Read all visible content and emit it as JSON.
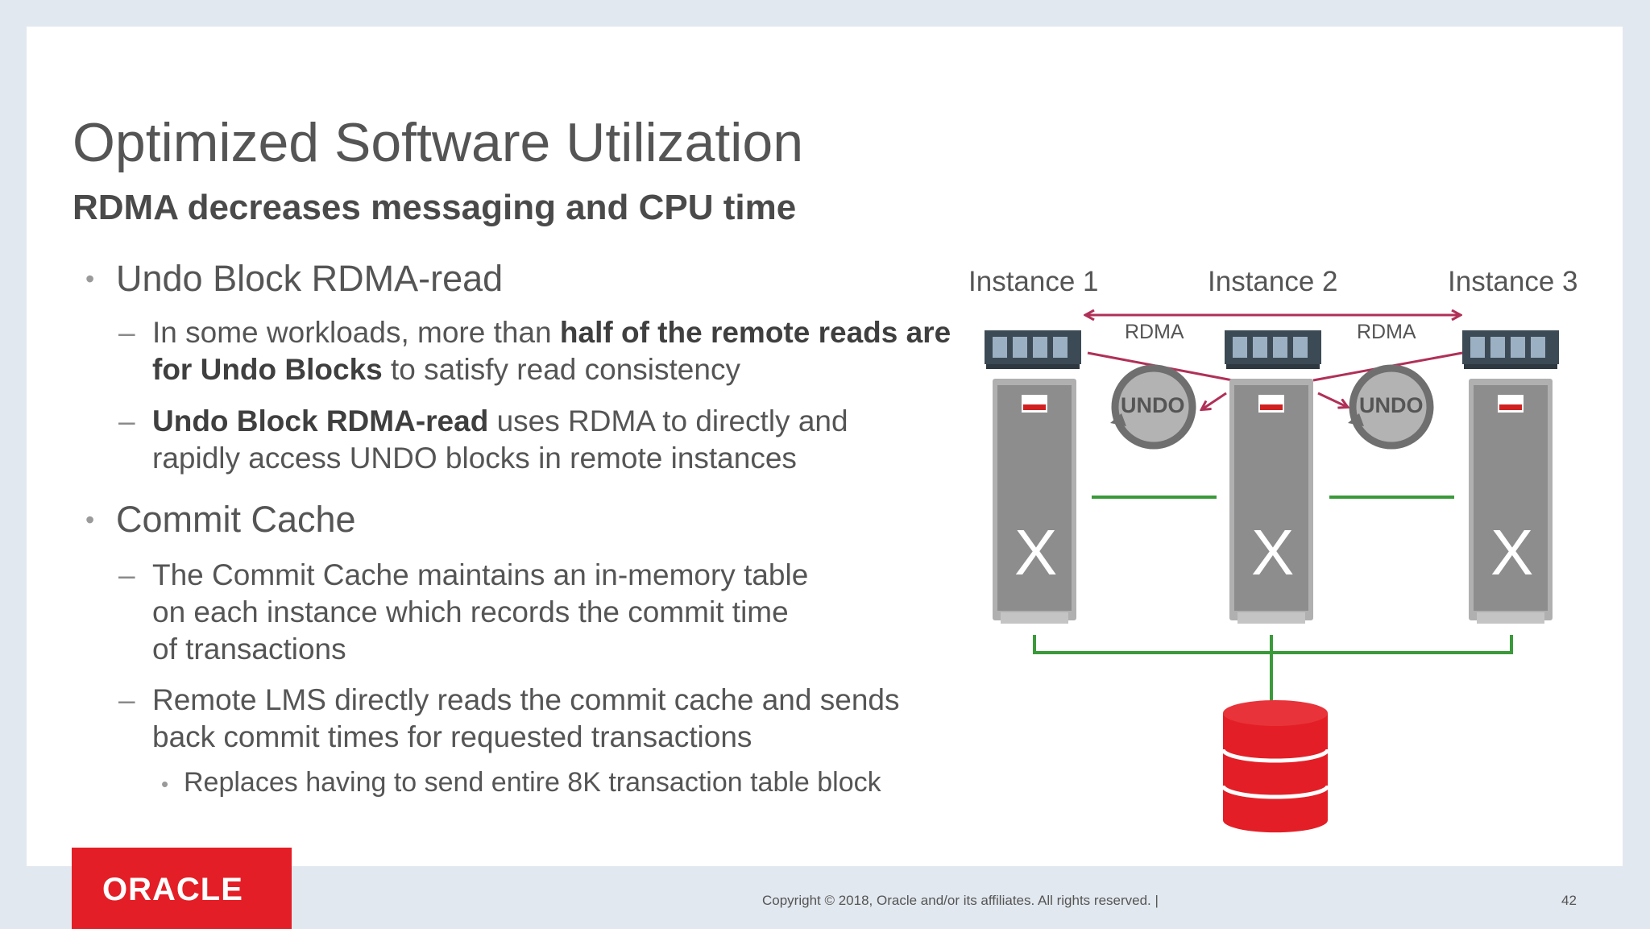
{
  "slide": {
    "title": "Optimized Software Utilization",
    "subtitle": "RDMA decreases messaging and CPU time"
  },
  "bullets": {
    "b1": "Undo Block RDMA-read",
    "b1_s1_pre": "In some workloads, more than ",
    "b1_s1_bold": "half of the remote reads are for Undo Blocks",
    "b1_s1_post": " to satisfy read consistency",
    "b1_s2_bold": "Undo Block RDMA-read",
    "b1_s2_post": " uses RDMA to directly and rapidly access UNDO blocks in remote instances",
    "b2": "Commit Cache",
    "b2_s1_l1": "The Commit Cache maintains an in-memory table",
    "b2_s1_l2": "on each instance which records the commit time",
    "b2_s1_l3": "of transactions",
    "b2_s2_l1": "Remote LMS directly reads the commit cache and sends",
    "b2_s2_l2": "back commit times for requested transactions",
    "b2_s2_sub": "Replaces having to send entire 8K transaction table block"
  },
  "diagram": {
    "instance_labels": [
      "Instance 1",
      "Instance 2",
      "Instance 3"
    ],
    "rdma_label_left": "RDMA",
    "rdma_label_right": "RDMA",
    "undo_label_left": "UNDO",
    "undo_label_right": "UNDO",
    "server_mark": "X",
    "colors": {
      "rdma_arrow": "#b03058",
      "interconnect": "#3a9a3a",
      "database": "#e41e26",
      "server": "#aaaaaa"
    }
  },
  "footer": {
    "logo_text": "ORACLE",
    "copyright": "Copyright © 2018, Oracle and/or its affiliates. All rights reserved.  |",
    "page_number": "42"
  }
}
